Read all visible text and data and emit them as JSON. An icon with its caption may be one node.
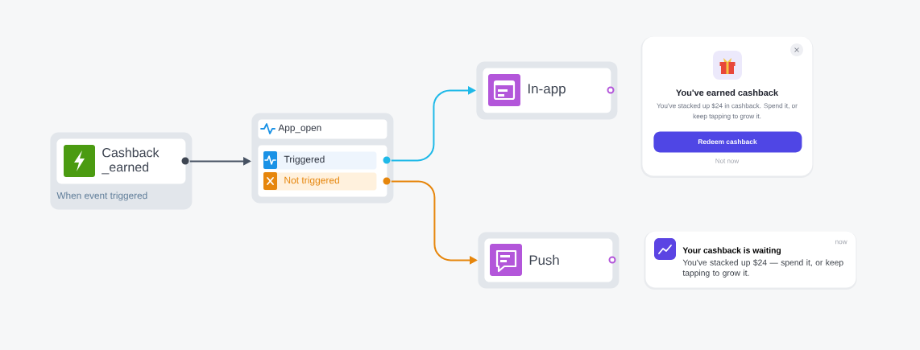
{
  "diagram": {
    "nodes": [
      {
        "text": [
          "When event triggered"
        ]
      },
      {
        "text": [
          "Cashback _earned"
        ],
        "in": 0
      },
      {
        "text": [],
        "shape": "box"
      },
      {
        "text": [
          "App_open"
        ],
        "in": 2
      },
      {
        "text": [
          "Triggered"
        ],
        "in": 2
      },
      {
        "text": [
          "Not triggered"
        ],
        "in": 2
      },
      {
        "text": [
          "In-app"
        ]
      },
      {
        "text": [
          "You've earned cashback",
          "You've stacked up $24 in cashback. Spend it, or keep tapping to grow it.",
          "Not now"
        ]
      },
      {
        "text": [
          "Redeem cashback"
        ],
        "in": 7
      },
      {
        "text": [
          "Push"
        ]
      },
      {
        "text": [
          "now",
          "Your cashback is waiting",
          "You've stacked up $24 — spend it, or keep tapping to grow it."
        ]
      }
    ],
    "edges": [
      {
        "from": 1,
        "to": 2,
        "arrow": "to",
        "color": "#475263"
      },
      {
        "from": 4,
        "to": 6,
        "arrow": "to",
        "color": "#1fb9e8"
      },
      {
        "from": 5,
        "to": 9,
        "arrow": "to",
        "color": "#e6860c"
      }
    ]
  }
}
